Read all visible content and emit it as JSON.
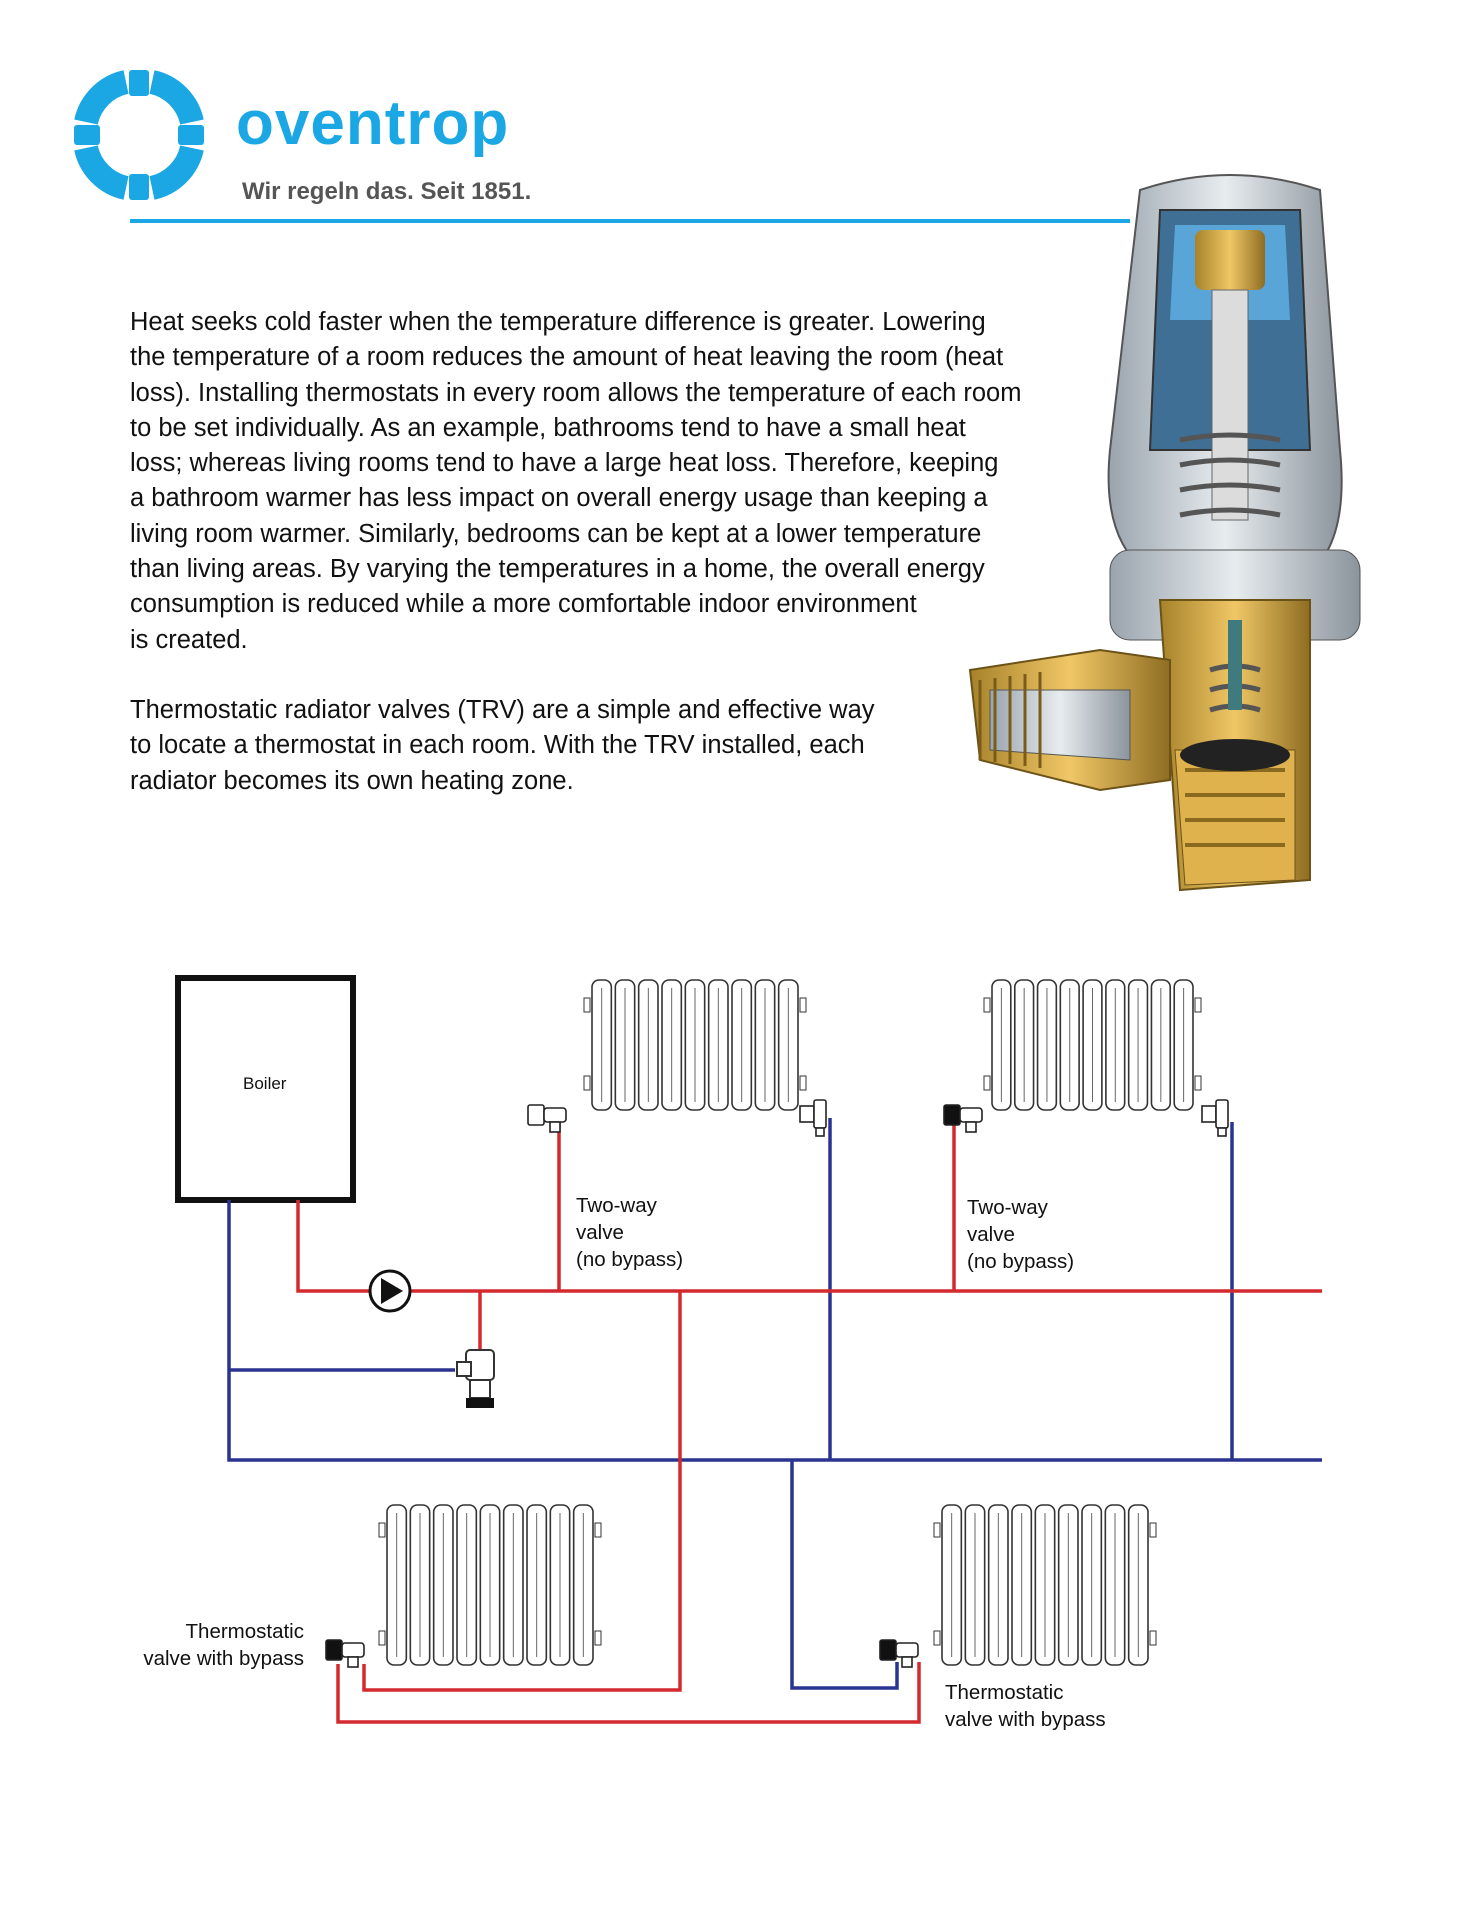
{
  "colors": {
    "brand": "#1aa7e4",
    "supply": "#d42a2f",
    "return": "#2b3390"
  },
  "header": {
    "brand_name": "oventrop",
    "tagline": "Wir regeln das. Seit 1851.",
    "logo_icon": "oventrop-ring-logo-icon"
  },
  "body": {
    "para1_lines": [
      "Heat seeks cold faster when the temperature difference is greater. Lowering",
      " the temperature of a room reduces the amount of heat leaving the room (heat",
      " loss). Installing thermostats in every room allows the temperature of each room",
      " to be set individually. As an example, bathrooms tend to have a small heat",
      " loss; whereas living rooms tend to have a large heat loss. Therefore, keeping",
      " a bathroom warmer has less impact on overall energy usage than keeping a",
      " living room warmer. Similarly, bedrooms can be kept at a lower temperature",
      " than living areas. By varying the temperatures in a home, the overall energy",
      " consumption is reduced while a more comfortable indoor environment",
      " is created."
    ],
    "para2_lines": [
      "Thermostatic radiator valves (TRV) are a simple and effective way",
      "  to locate a thermostat in each room. With the TRV installed, each",
      " radiator becomes its own heating zone."
    ]
  },
  "illustration": {
    "icon": "trv-cutaway-illustration-icon"
  },
  "diagram": {
    "boiler_label": "Boiler",
    "two_way_label_1": [
      "Two-way",
      "valve",
      "(no bypass)"
    ],
    "two_way_label_2": [
      "Two-way",
      "valve",
      "(no bypass)"
    ],
    "thermo_label_1": [
      "Thermostatic",
      "valve with bypass"
    ],
    "thermo_label_2": [
      "Thermostatic",
      "valve with bypass"
    ],
    "pump_icon": "circulator-pump-icon",
    "bypass_valve_icon": "bypass-valve-icon",
    "radiator_icon": "radiator-icon",
    "valve_icon": "radiator-valve-icon"
  }
}
